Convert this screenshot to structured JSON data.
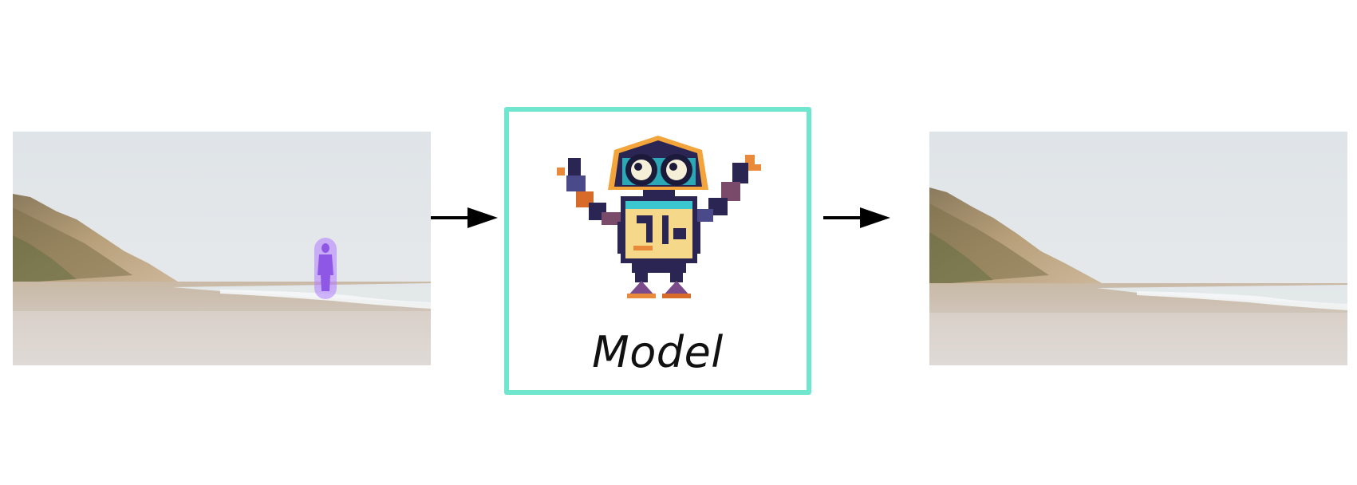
{
  "input_image": {
    "subject": "beach-scene-with-person",
    "highlight_color": "#b07cff"
  },
  "model": {
    "label": "Model",
    "border_color": "#6fe6cd",
    "icon": "robot-icon"
  },
  "output_image": {
    "subject": "beach-scene-person-removed"
  },
  "arrows": [
    "arrow-right-icon",
    "arrow-right-icon"
  ]
}
